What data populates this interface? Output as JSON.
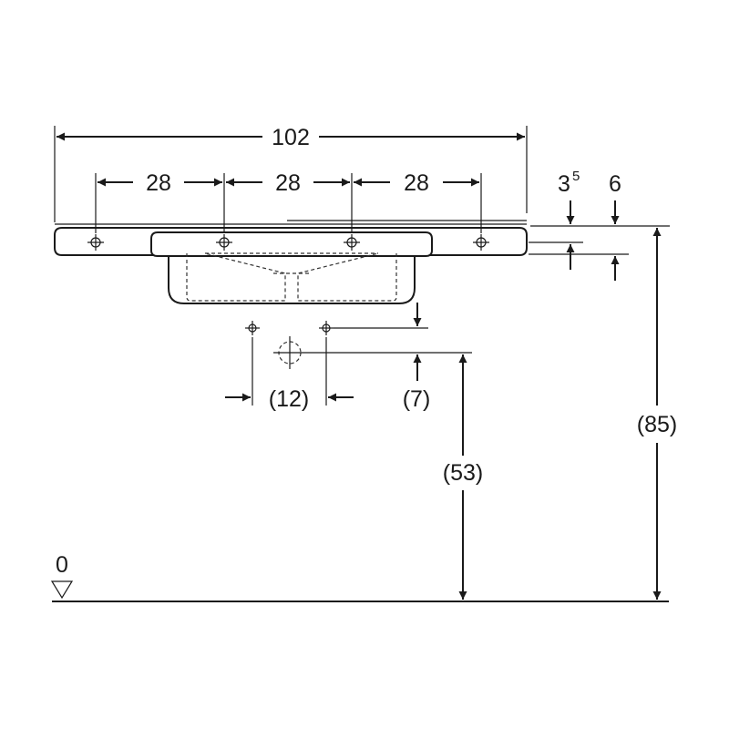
{
  "labels": {
    "total_width": "102",
    "spacing_1": "28",
    "spacing_2": "28",
    "spacing_3": "28",
    "rim_dim_main": "3",
    "rim_dim_sup": "5",
    "thickness": "6",
    "drain_spacing": "(12)",
    "drain_offset": "(7)",
    "drain_height": "(53)",
    "total_height": "(85)",
    "floor_level": "0"
  },
  "colors": {
    "line": "#1a1a1a",
    "background": "#ffffff"
  }
}
